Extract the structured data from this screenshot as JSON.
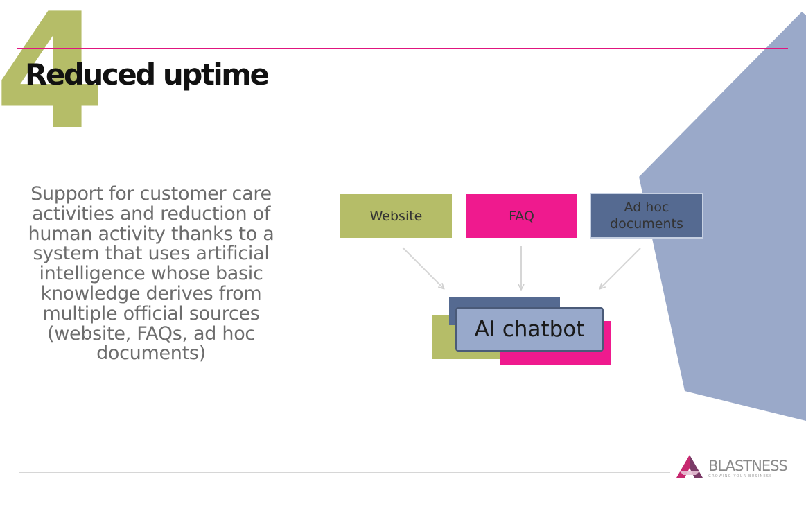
{
  "slide": {
    "number": "4",
    "title": "Reduced uptime",
    "description": "Support for customer care activities and reduction of human activity thanks to a system that uses artificial intelligence whose basic knowledge derives from multiple official sources (website, FAQs, ad hoc documents)"
  },
  "diagram": {
    "sources": [
      "Website",
      "FAQ",
      "Ad hoc documents"
    ],
    "target": "AI chatbot"
  },
  "logo": {
    "name_part1": "BLAST",
    "name_part2": "NESS",
    "tagline": "GROWING YOUR BUSINESS"
  },
  "colors": {
    "accent_pink": "#e0157f",
    "olive": "#b5bd68",
    "navy": "#556a91",
    "light_blue": "#98a9cb",
    "background_shape": "#9aa9c9"
  }
}
